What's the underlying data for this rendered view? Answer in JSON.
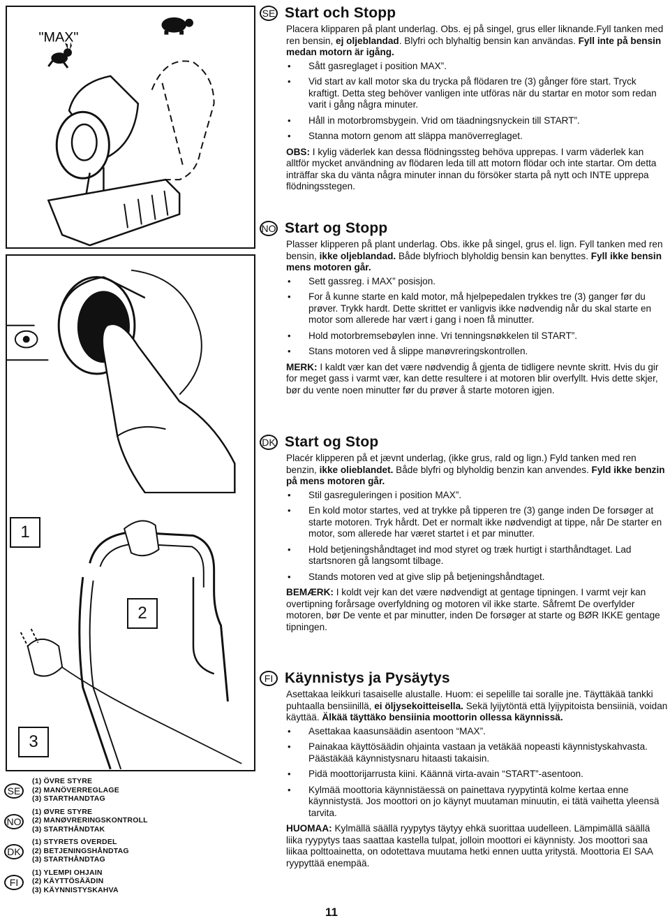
{
  "figures": {
    "fig_throttle": {
      "label": "\"MAX\"",
      "rabbit_icon": "rabbit-icon",
      "turtle_icon": "turtle-icon"
    },
    "fig_primer": {},
    "fig_handle": {
      "num1": "1",
      "num2": "2",
      "num3": "3"
    }
  },
  "sections": [
    {
      "lang": "SE",
      "title": "Start och Stopp",
      "intro_html": "Placera klipparen på plant underlag. Obs. ej på singel, grus eller liknande.Fyll tanken med ren bensin, <span class=\"b\">ej oljeblandad</span>. Blyfri och blyhaltig bensin kan användas. <span class=\"b\">Fyll inte på bensin medan motorn är igång.</span>",
      "bullets": [
        "Sått gasreglaget i position MAX”.",
        "Vid start av kall motor ska du trycka på flödaren tre (3) gånger före start. Tryck kraftigt. Detta steg behöver vanligen inte utföras när du startar en motor som redan varit i gång några minuter.",
        "Håll in motorbromsbygein. Vrid om täadningsnyckein till START”.",
        "Stanna motorn genom att släppa manöverreglaget."
      ],
      "note_label": "OBS:",
      "note_text": " I kylig väderlek kan dessa flödningssteg behöva upprepas. I varm väderlek kan alltför mycket användning av flödaren leda till att motorn flödar och inte startar. Om detta inträffar ska du vänta några minuter innan du försöker starta på nytt och INTE upprepa flödningsstegen."
    },
    {
      "lang": "NO",
      "title": "Start og Stopp",
      "intro_html": "Plasser klipperen på plant underlag. Obs. ikke på singel, grus el. lign. Fyll tanken med ren bensin, <span class=\"b\">ikke oljeblandad.</span> Både blyfrioch blyholdig bensin kan benyttes. <span class=\"b\">Fyll ikke bensin mens motoren går.</span>",
      "bullets": [
        "Sett gassreg. i MAX” posisjon.",
        "For å kunne starte en kald motor, må hjelpepedalen trykkes tre (3) ganger før du prøver. Trykk hardt. Dette skrittet er vanligvis ikke nødvendig når du skal starte en motor som allerede har vært i gang i noen få minutter.",
        "Hold motorbremsebøylen inne. Vri tenningsnøkkelen til START”.",
        "Stans motoren ved å slippe manøvreringskontrollen."
      ],
      "note_label": "MERK:",
      "note_text": " I kaldt vær kan det være nødvendig å gjenta de tidligere nevnte skritt. Hvis du gir for meget gass i varmt vær, kan dette resultere i at motoren blir overfyllt. Hvis dette skjer, bør du vente noen minutter før du prøver å starte motoren igjen."
    },
    {
      "lang": "DK",
      "title": "Start og Stop",
      "intro_html": "Placér klipperen på et jævnt underlag, (ikke grus, rald og lign.) Fyld tanken med ren benzin, <span class=\"b\">ikke olieblandet.</span> Både blyfri og blyholdig benzin kan anvendes. <span class=\"b\">Fyld ikke benzin på mens motoren går.</span>",
      "bullets": [
        "Stil gasreguleringen i position MAX”.",
        "En kold motor startes, ved at trykke på tipperen tre (3) gange inden De forsøger at starte motoren. Tryk hårdt. Det er normalt ikke nødvendigt at tippe, når De starter en motor, som allerede har været startet i et par minutter.",
        "Hold betjeningshåndtaget ind mod styret og træk hurtigt i starthåndtaget. Lad startsnoren gå langsomt tilbage.",
        "Stands motoren ved at give slip på betjeningshåndtaget."
      ],
      "note_label": "BEMÆRK:",
      "note_text": " I koldt vejr kan det være nødvendigt at gentage tipningen. I varmt vejr kan overtipning forårsage overfyldning og motoren vil ikke starte. Såfremt De overfylder motoren, bør De vente et par minutter, inden De forsøger at starte og BØR IKKE gentage tipningen."
    },
    {
      "lang": "FI",
      "title": "Käynnistys ja Pysäytys",
      "intro_html": "Asettakaa leikkuri tasaiselle alustalle. Huom: ei sepelille tai soralle jne. Täyttäkää tankki puhtaalla bensiinillä, <span class=\"b\">ei öljysekoitteisella.</span> Sekä lyijytöntä että lyijypitoista bensiiniä, voidan käyttää. <span class=\"b\">Älkää täyttäko bensiinia moottorin ollessa käynnissä.</span>",
      "bullets": [
        "Asettakaa kaasunsäädin asentoon “MAX”.",
        "Painakaa käyttösäädin ohjainta vastaan ja vetäkää nopeasti käynnistyskahvasta. Päästäkää käynnistysnaru hitaasti takaisin.",
        "Pidä moottorijarrusta kiini. Käännä virta-avain “START”-asentoon.",
        "Kylmää moottoria käynnistäessä on painettava ryypytintä kolme kertaa enne käynnistystä. Jos moottori on jo käynyt muutaman minuutin, ei tätä vaihetta yleensä tarvita."
      ],
      "note_label": "HUOMAA:",
      "note_text": " Kylmällä säällä ryypytys täytyy ehkä suorittaa uudelleen. Lämpimällä säällä liika ryypytys taas saattaa kastella tulpat, jolloin moottori ei käynnisty. Jos moottori saa liikaa polttoainetta, on odotettava muutama hetki ennen uutta yritystä. Moottoria EI SAA ryypyttää enempää."
    }
  ],
  "legend": [
    {
      "lang": "SE",
      "lines": [
        "(1) ÖVRE STYRE",
        "(2) MANÖVERREGLAGE",
        "(3) STARTHANDTAG"
      ]
    },
    {
      "lang": "NO",
      "lines": [
        "(1) ØVRE STYRE",
        "(2) MANØVRERINGSKONTROLL",
        "(3) STARTHÅNDTAK"
      ]
    },
    {
      "lang": "DK",
      "lines": [
        "(1) STYRETS OVERDEL",
        "(2) BETJENINGSHÅNDTAG",
        "(3) STARTHÅNDTAG"
      ]
    },
    {
      "lang": "FI",
      "lines": [
        "(1) YLEMPI OHJAIN",
        "(2) KÄYTTÖSÄÄDIN",
        "(3) KÄYNNISTYSKAHVA"
      ]
    }
  ],
  "page_number": "11"
}
